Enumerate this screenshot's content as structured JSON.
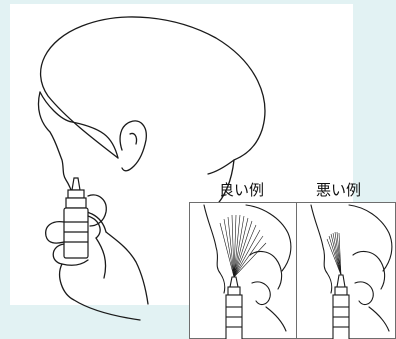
{
  "figure": {
    "good_label": "良い例",
    "bad_label": "悪い例"
  },
  "colors": {
    "background": "#e2f2f3",
    "panel": "#ffffff",
    "line": "#1a1a1a",
    "inset_border": "#6e6e6e"
  },
  "icons": [
    "head-profile-illustration",
    "nasal-spray-bottle-icon",
    "hand-icon",
    "spray-cone-icon"
  ]
}
